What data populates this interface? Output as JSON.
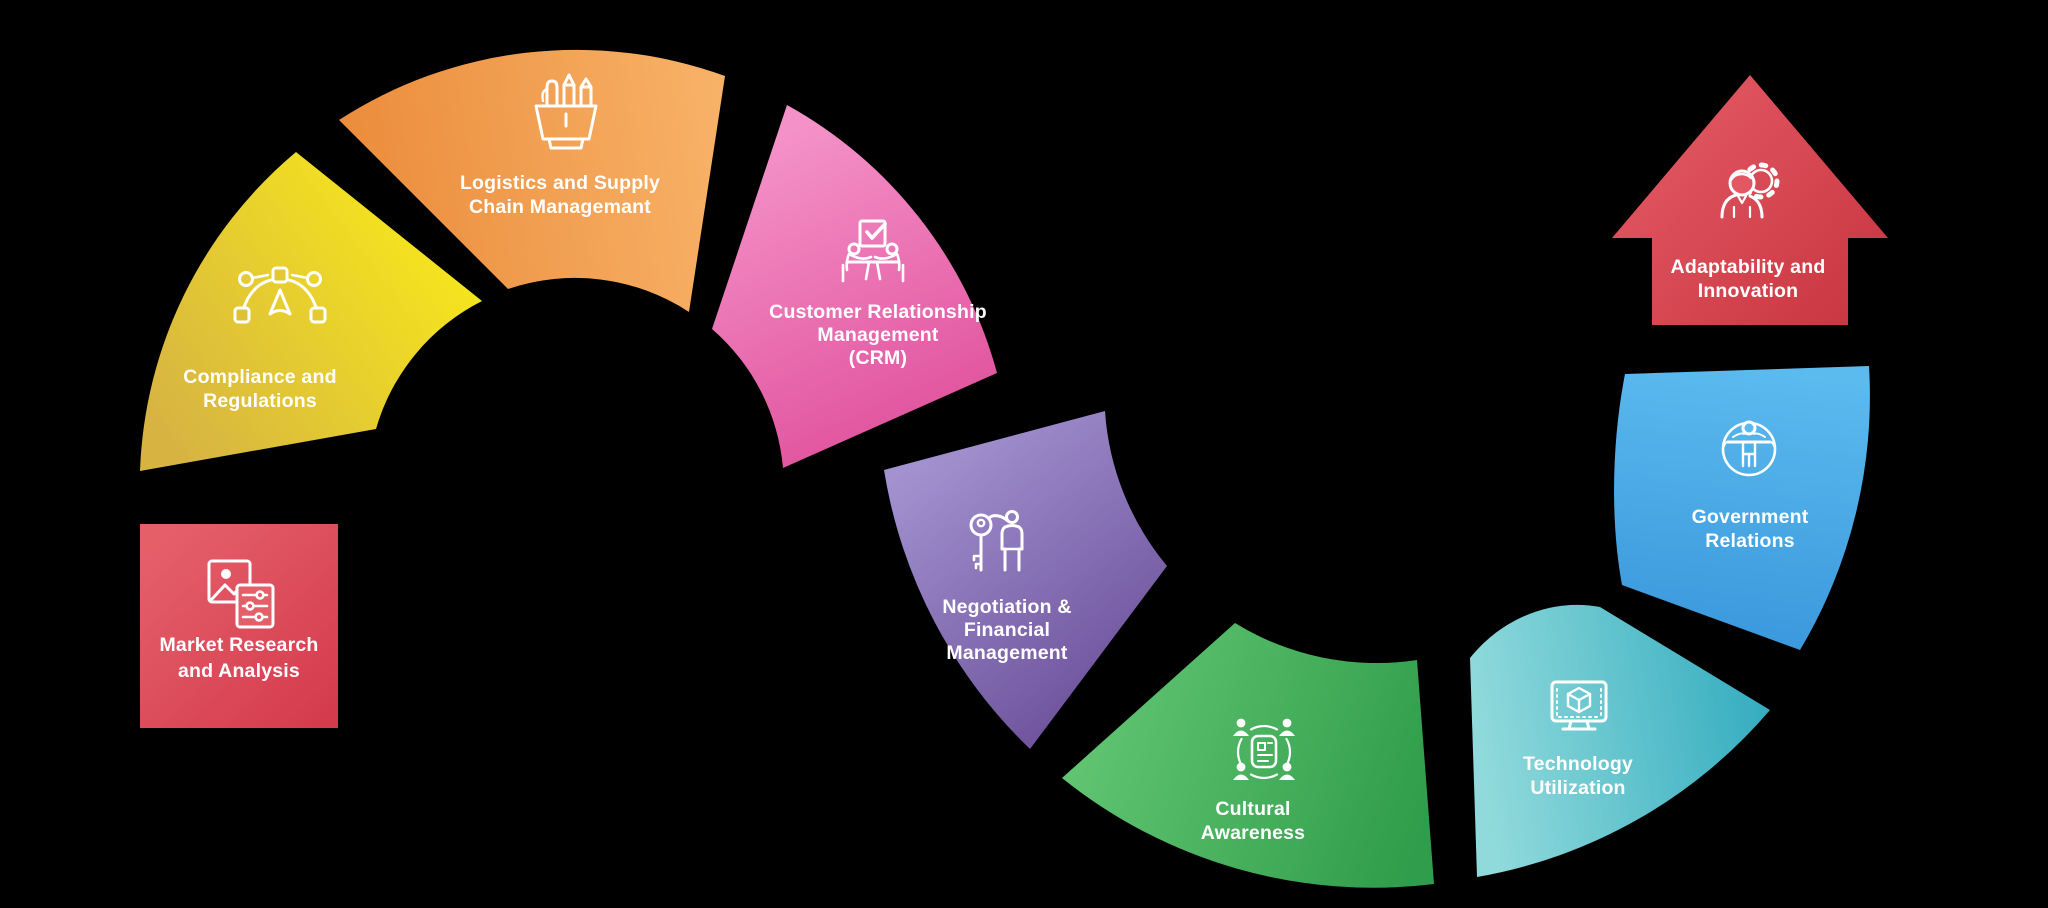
{
  "diagram": {
    "type": "s-curve-roadmap",
    "background": "#000000",
    "text_color": "#ffffff",
    "steps": [
      {
        "id": "market-research",
        "label": "Market Research and Analysis",
        "lines": [
          "Market Research",
          "and Analysis"
        ],
        "icon": "image-sliders",
        "shape": "square",
        "color_start": "#e55f69",
        "color_end": "#d43b4d"
      },
      {
        "id": "compliance",
        "label": "Compliance and Regulations",
        "lines": [
          "Compliance and",
          "Regulations"
        ],
        "icon": "bezier-curve",
        "shape": "arc-segment",
        "color_start": "#d7b442",
        "color_end": "#f6e71c"
      },
      {
        "id": "logistics",
        "label": "Logistics and Supply Chain Managemant",
        "lines": [
          "Logistics and Supply",
          "Chain Managemant"
        ],
        "icon": "desk-organizer",
        "shape": "arc-segment",
        "color_start": "#eb8d3c",
        "color_end": "#f8b369"
      },
      {
        "id": "crm",
        "label": "Customer Relationship Management (CRM)",
        "lines": [
          "Customer Relationship",
          "Management",
          "(CRM)"
        ],
        "icon": "meeting-check",
        "shape": "arc-segment",
        "color_start": "#f491c8",
        "color_end": "#e0509c"
      },
      {
        "id": "negotiation",
        "label": "Negotiation & Financial Management",
        "lines": [
          "Negotiation &",
          "Financial",
          "Management"
        ],
        "icon": "key-person",
        "shape": "arc-segment",
        "color_start": "#a392d0",
        "color_end": "#6b4f99"
      },
      {
        "id": "cultural",
        "label": "Cultural Awareness",
        "lines": [
          "Cultural",
          "Awareness"
        ],
        "icon": "people-document",
        "shape": "arc-segment",
        "color_start": "#63c673",
        "color_end": "#2f9d4b"
      },
      {
        "id": "technology",
        "label": "Technology Utilization",
        "lines": [
          "Technology",
          "Utilization"
        ],
        "icon": "monitor-cube",
        "shape": "arc-segment",
        "color_start": "#90dadb",
        "color_end": "#2ba8bd"
      },
      {
        "id": "government",
        "label": "Government Relations",
        "lines": [
          "Government",
          "Relations"
        ],
        "icon": "person-circle",
        "shape": "arc-segment",
        "color_start": "#5bbaee",
        "color_end": "#3a97dc"
      },
      {
        "id": "adaptability",
        "label": "Adaptability and Innovation",
        "lines": [
          "Adaptability and",
          "Innovation"
        ],
        "icon": "person-gear",
        "shape": "up-arrow",
        "color_start": "#e25762",
        "color_end": "#c93741"
      }
    ]
  }
}
